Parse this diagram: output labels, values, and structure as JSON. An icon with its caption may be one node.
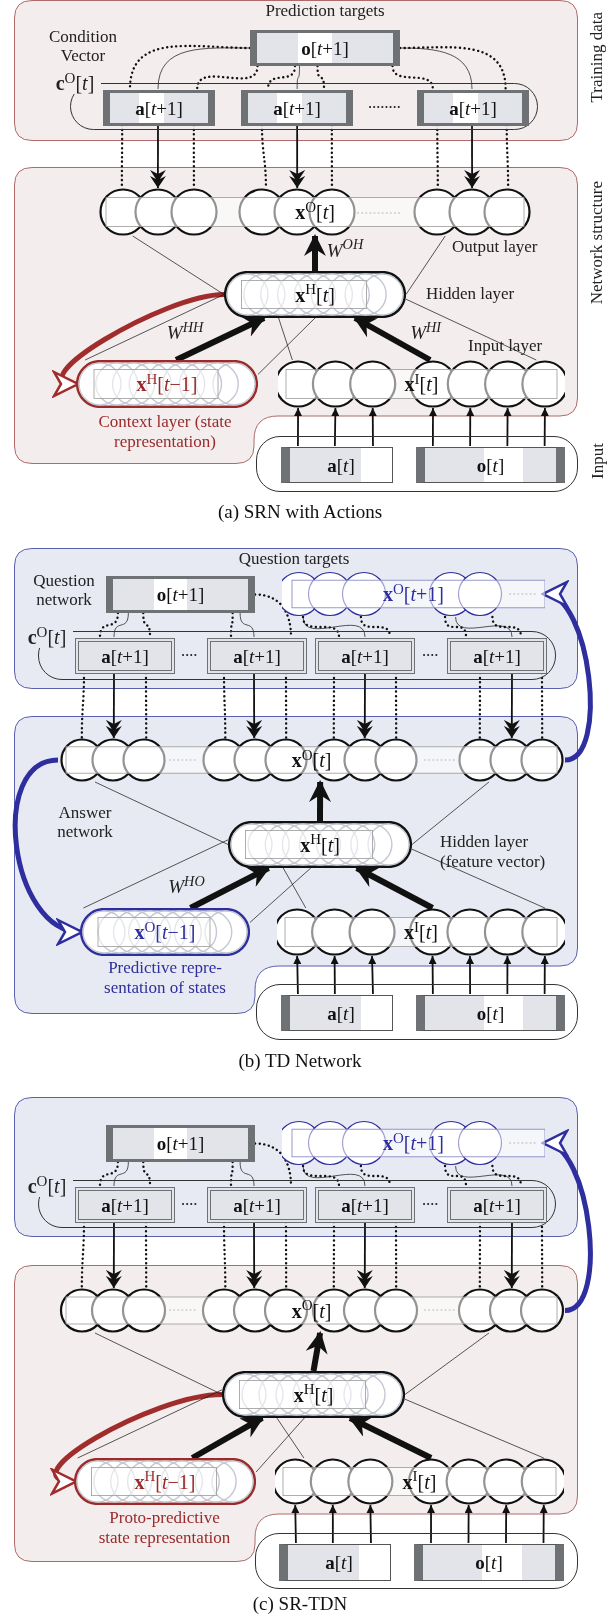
{
  "diagram": {
    "nodes": [
      {
        "text": [
          "Training data"
        ]
      },
      {
        "text": [
          "Prediction targets",
          "**o**[*t*+1]"
        ],
        "in": 0
      },
      {
        "text": [
          "Condition Vector",
          "**c**$^{O}$[*t*]"
        ],
        "in": 0
      },
      {
        "text": [
          "**a**[*t*+1]"
        ],
        "in": 2
      },
      {
        "text": [
          "**a**[*t*+1]"
        ],
        "in": 2
      },
      {
        "text": [
          "**a**[*t*+1]"
        ],
        "in": 2
      },
      {
        "text": [
          "Network structure"
        ]
      },
      {
        "text": [
          "**x**$^{O}$[*t*]"
        ],
        "beside": [
          "Output layer"
        ],
        "in": 6
      },
      {
        "text": [
          "**x**$^{H}$[*t*]"
        ],
        "beside": [
          "Hidden layer"
        ],
        "in": 6
      },
      {
        "text": [
          "**x**$^{H}$[*t*−1]"
        ],
        "beside": [
          "Context layer (state representation)"
        ],
        "in": 6
      },
      {
        "text": [
          "**x**$^{I}$[*t*]"
        ],
        "beside": [
          "Input layer"
        ],
        "in": 6
      },
      {
        "text": [
          "Input"
        ]
      },
      {
        "text": [
          "**a**[*t*]"
        ],
        "in": 11
      },
      {
        "text": [
          "**o**[*t*]"
        ],
        "in": 11
      },
      {
        "text": [
          "Question targets",
          "Question network"
        ]
      },
      {
        "text": [
          "**o**[*t*+1]"
        ],
        "in": 14
      },
      {
        "text": [
          "**x**$^{O}$[*t*+1]"
        ],
        "in": 14
      },
      {
        "text": [
          "**c**$^{O}$[*t*]"
        ],
        "in": 14
      },
      {
        "text": [
          "**a**[*t*+1]"
        ],
        "in": 17
      },
      {
        "text": [
          "**a**[*t*+1]"
        ],
        "in": 17
      },
      {
        "text": [
          "**a**[*t*+1]"
        ],
        "in": 17
      },
      {
        "text": [
          "**a**[*t*+1]"
        ],
        "in": 17
      },
      {
        "text": [
          "Answer network"
        ]
      },
      {
        "text": [
          "**x**$^{O}$[*t*]"
        ],
        "in": 22
      },
      {
        "text": [
          "**x**$^{H}$[*t*]"
        ],
        "beside": [
          "Hidden layer (feature vector)"
        ],
        "in": 22
      },
      {
        "text": [
          "**x**$^{O}$[*t*−1]"
        ],
        "beside": [
          "Predictive repre- sentation of states"
        ],
        "in": 22
      },
      {
        "text": [
          "**x**$^{I}$[*t*]"
        ],
        "in": 22
      },
      {
        "text": [],
        "shape": "box"
      },
      {
        "text": [
          "**a**[*t*]"
        ],
        "in": 27
      },
      {
        "text": [
          "**o**[*t*]"
        ],
        "in": 27
      },
      {
        "text": [],
        "shape": "box"
      },
      {
        "text": [
          "**o**[*t*+1]"
        ],
        "in": 30
      },
      {
        "text": [
          "**x**$^{O}$[*t*+1]"
        ],
        "in": 30
      },
      {
        "text": [
          "**c**$^{O}$[*t*]"
        ],
        "in": 30
      },
      {
        "text": [
          "**a**[*t*+1]"
        ],
        "in": 33
      },
      {
        "text": [
          "**a**[*t*+1]"
        ],
        "in": 33
      },
      {
        "text": [
          "**a**[*t*+1]"
        ],
        "in": 33
      },
      {
        "text": [
          "**a**[*t*+1]"
        ],
        "in": 33
      },
      {
        "text": [],
        "shape": "box"
      },
      {
        "text": [
          "**x**$^{O}$[*t*]"
        ],
        "in": 38
      },
      {
        "text": [
          "**x**$^{H}$[*t*]"
        ],
        "in": 38
      },
      {
        "text": [
          "**x**$^{H}$[*t*−1]"
        ],
        "beside": [
          "Proto-predictive state representation"
        ],
        "in": 38
      },
      {
        "text": [
          "**x**$^{I}$[*t*]"
        ],
        "in": 38
      },
      {
        "text": [],
        "shape": "box"
      },
      {
        "text": [
          "**a**[*t*]"
        ],
        "in": 43
      },
      {
        "text": [
          "**o**[*t*]"
        ],
        "in": 43
      }
    ],
    "edges": [
      {
        "from": 1,
        "to": 3,
        "arrow": "none"
      },
      {
        "from": 1,
        "to": 4,
        "arrow": "none"
      },
      {
        "from": 1,
        "to": 5,
        "arrow": "none"
      },
      {
        "from": 3,
        "to": 7,
        "arrow": "to"
      },
      {
        "from": 4,
        "to": 7,
        "arrow": "to"
      },
      {
        "from": 5,
        "to": 7,
        "arrow": "to"
      },
      {
        "from": 1,
        "to": 3,
        "arrow": "none",
        "style": "dashed"
      },
      {
        "from": 1,
        "to": 3,
        "arrow": "none",
        "style": "dashed"
      },
      {
        "from": 1,
        "to": 4,
        "arrow": "none",
        "style": "dashed"
      },
      {
        "from": 1,
        "to": 4,
        "arrow": "none",
        "style": "dashed"
      },
      {
        "from": 1,
        "to": 5,
        "arrow": "none",
        "style": "dashed"
      },
      {
        "from": 1,
        "to": 5,
        "arrow": "none",
        "style": "dashed"
      },
      {
        "from": 3,
        "to": 7,
        "arrow": "none",
        "style": "dashed"
      },
      {
        "from": 3,
        "to": 7,
        "arrow": "none",
        "style": "dashed"
      },
      {
        "from": 4,
        "to": 7,
        "arrow": "none",
        "style": "dashed"
      },
      {
        "from": 4,
        "to": 7,
        "arrow": "none",
        "style": "dashed"
      },
      {
        "from": 5,
        "to": 7,
        "arrow": "none",
        "style": "dashed"
      },
      {
        "from": 5,
        "to": 7,
        "arrow": "none",
        "style": "dashed"
      },
      {
        "from": 8,
        "to": 7,
        "arrow": "to",
        "style": "thick",
        "label": "W$^{OH}$"
      },
      {
        "from": 9,
        "to": 8,
        "arrow": "to",
        "style": "thick",
        "label": "W$^{HH}$"
      },
      {
        "from": 10,
        "to": 8,
        "arrow": "to",
        "style": "thick",
        "label": "W$^{HI}$"
      },
      {
        "from": 8,
        "to": 9,
        "arrow": "to",
        "style": "thick",
        "color": "#a02c2c"
      },
      {
        "from": 7,
        "to": 8,
        "arrow": "none"
      },
      {
        "from": 7,
        "to": 8,
        "arrow": "none"
      },
      {
        "from": 9,
        "to": 8,
        "arrow": "none"
      },
      {
        "from": 9,
        "to": 8,
        "arrow": "none"
      },
      {
        "from": 10,
        "to": 8,
        "arrow": "none"
      },
      {
        "from": 10,
        "to": 8,
        "arrow": "none"
      },
      {
        "from": 12,
        "to": 10,
        "arrow": "to"
      },
      {
        "from": 12,
        "to": 10,
        "arrow": "to"
      },
      {
        "from": 12,
        "to": 10,
        "arrow": "to"
      },
      {
        "from": 13,
        "to": 10,
        "arrow": "to"
      },
      {
        "from": 13,
        "to": 10,
        "arrow": "to"
      },
      {
        "from": 13,
        "to": 10,
        "arrow": "to"
      },
      {
        "from": 13,
        "to": 10,
        "arrow": "to"
      },
      {
        "from": 15,
        "to": 18,
        "arrow": "none"
      },
      {
        "from": 15,
        "to": 19,
        "arrow": "none"
      },
      {
        "from": 16,
        "to": 20,
        "arrow": "none"
      },
      {
        "from": 16,
        "to": 21,
        "arrow": "none"
      },
      {
        "from": 18,
        "to": 23,
        "arrow": "to"
      },
      {
        "from": 19,
        "to": 23,
        "arrow": "to"
      },
      {
        "from": 20,
        "to": 23,
        "arrow": "to"
      },
      {
        "from": 21,
        "to": 23,
        "arrow": "to"
      },
      {
        "from": 15,
        "to": 18,
        "arrow": "none",
        "style": "dashed"
      },
      {
        "from": 15,
        "to": 18,
        "arrow": "none",
        "style": "dashed"
      },
      {
        "from": 15,
        "to": 19,
        "arrow": "none",
        "style": "dashed"
      },
      {
        "from": 15,
        "to": 19,
        "arrow": "none",
        "style": "dashed"
      },
      {
        "from": 16,
        "to": 20,
        "arrow": "none",
        "style": "dashed"
      },
      {
        "from": 16,
        "to": 20,
        "arrow": "none",
        "style": "dashed"
      },
      {
        "from": 16,
        "to": 21,
        "arrow": "none",
        "style": "dashed"
      },
      {
        "from": 16,
        "to": 21,
        "arrow": "none",
        "style": "dashed"
      },
      {
        "from": 18,
        "to": 23,
        "arrow": "none",
        "style": "dashed"
      },
      {
        "from": 18,
        "to": 23,
        "arrow": "none",
        "style": "dashed"
      },
      {
        "from": 19,
        "to": 23,
        "arrow": "none",
        "style": "dashed"
      },
      {
        "from": 19,
        "to": 23,
        "arrow": "none",
        "style": "dashed"
      },
      {
        "from": 20,
        "to": 23,
        "arrow": "none",
        "style": "dashed"
      },
      {
        "from": 20,
        "to": 23,
        "arrow": "none",
        "style": "dashed"
      },
      {
        "from": 21,
        "to": 23,
        "arrow": "none",
        "style": "dashed"
      },
      {
        "from": 21,
        "to": 23,
        "arrow": "none",
        "style": "dashed"
      },
      {
        "from": 24,
        "to": 23,
        "arrow": "to",
        "style": "thick"
      },
      {
        "from": 25,
        "to": 24,
        "arrow": "to",
        "style": "thick",
        "label": "W$^{HO}$"
      },
      {
        "from": 26,
        "to": 24,
        "arrow": "to",
        "style": "thick"
      },
      {
        "from": 23,
        "to": 25,
        "arrow": "to",
        "style": "thick",
        "color": "#2e2e9e"
      },
      {
        "from": 23,
        "to": 16,
        "arrow": "to",
        "style": "thick",
        "color": "#2e2e9e"
      },
      {
        "from": 23,
        "to": 24,
        "arrow": "none"
      },
      {
        "from": 23,
        "to": 24,
        "arrow": "none"
      },
      {
        "from": 25,
        "to": 24,
        "arrow": "none"
      },
      {
        "from": 25,
        "to": 24,
        "arrow": "none"
      },
      {
        "from": 26,
        "to": 24,
        "arrow": "none"
      },
      {
        "from": 26,
        "to": 24,
        "arrow": "none"
      },
      {
        "from": 28,
        "to": 26,
        "arrow": "to"
      },
      {
        "from": 28,
        "to": 26,
        "arrow": "to"
      },
      {
        "from": 28,
        "to": 26,
        "arrow": "to"
      },
      {
        "from": 29,
        "to": 26,
        "arrow": "to"
      },
      {
        "from": 29,
        "to": 26,
        "arrow": "to"
      },
      {
        "from": 29,
        "to": 26,
        "arrow": "to"
      },
      {
        "from": 29,
        "to": 26,
        "arrow": "to"
      },
      {
        "from": 31,
        "to": 34,
        "arrow": "none"
      },
      {
        "from": 31,
        "to": 35,
        "arrow": "none"
      },
      {
        "from": 32,
        "to": 36,
        "arrow": "none"
      },
      {
        "from": 32,
        "to": 37,
        "arrow": "none"
      },
      {
        "from": 34,
        "to": 39,
        "arrow": "to"
      },
      {
        "from": 35,
        "to": 39,
        "arrow": "to"
      },
      {
        "from": 36,
        "to": 39,
        "arrow": "to"
      },
      {
        "from": 37,
        "to": 39,
        "arrow": "to"
      },
      {
        "from": 31,
        "to": 34,
        "arrow": "none",
        "style": "dashed"
      },
      {
        "from": 31,
        "to": 34,
        "arrow": "none",
        "style": "dashed"
      },
      {
        "from": 31,
        "to": 35,
        "arrow": "none",
        "style": "dashed"
      },
      {
        "from": 31,
        "to": 35,
        "arrow": "none",
        "style": "dashed"
      },
      {
        "from": 32,
        "to": 36,
        "arrow": "none",
        "style": "dashed"
      },
      {
        "from": 32,
        "to": 36,
        "arrow": "none",
        "style": "dashed"
      },
      {
        "from": 32,
        "to": 37,
        "arrow": "none",
        "style": "dashed"
      },
      {
        "from": 32,
        "to": 37,
        "arrow": "none",
        "style": "dashed"
      },
      {
        "from": 34,
        "to": 39,
        "arrow": "none",
        "style": "dashed"
      },
      {
        "from": 34,
        "to": 39,
        "arrow": "none",
        "style": "dashed"
      },
      {
        "from": 35,
        "to": 39,
        "arrow": "none",
        "style": "dashed"
      },
      {
        "from": 35,
        "to": 39,
        "arrow": "none",
        "style": "dashed"
      },
      {
        "from": 36,
        "to": 39,
        "arrow": "none",
        "style": "dashed"
      },
      {
        "from": 36,
        "to": 39,
        "arrow": "none",
        "style": "dashed"
      },
      {
        "from": 37,
        "to": 39,
        "arrow": "none",
        "style": "dashed"
      },
      {
        "from": 37,
        "to": 39,
        "arrow": "none",
        "style": "dashed"
      },
      {
        "from": 40,
        "to": 39,
        "arrow": "to",
        "style": "thick"
      },
      {
        "from": 41,
        "to": 40,
        "arrow": "to",
        "style": "thick"
      },
      {
        "from": 42,
        "to": 40,
        "arrow": "to",
        "style": "thick"
      },
      {
        "from": 40,
        "to": 41,
        "arrow": "to",
        "style": "thick",
        "color": "#a02c2c"
      },
      {
        "from": 39,
        "to": 32,
        "arrow": "to",
        "style": "thick",
        "color": "#2e2e9e"
      },
      {
        "from": 39,
        "to": 40,
        "arrow": "none"
      },
      {
        "from": 39,
        "to": 40,
        "arrow": "none"
      },
      {
        "from": 41,
        "to": 40,
        "arrow": "none"
      },
      {
        "from": 41,
        "to": 40,
        "arrow": "none"
      },
      {
        "from": 42,
        "to": 40,
        "arrow": "none"
      },
      {
        "from": 42,
        "to": 40,
        "arrow": "none"
      },
      {
        "from": 44,
        "to": 42,
        "arrow": "to"
      },
      {
        "from": 44,
        "to": 42,
        "arrow": "to"
      },
      {
        "from": 44,
        "to": 42,
        "arrow": "to"
      },
      {
        "from": 45,
        "to": 42,
        "arrow": "to"
      },
      {
        "from": 45,
        "to": 42,
        "arrow": "to"
      },
      {
        "from": 45,
        "to": 42,
        "arrow": "to"
      },
      {
        "from": 45,
        "to": 42,
        "arrow": "to"
      }
    ],
    "labels": [
      "(a) SRN with Actions",
      "(b) TD Network",
      "(c) SR-TDN"
    ]
  }
}
